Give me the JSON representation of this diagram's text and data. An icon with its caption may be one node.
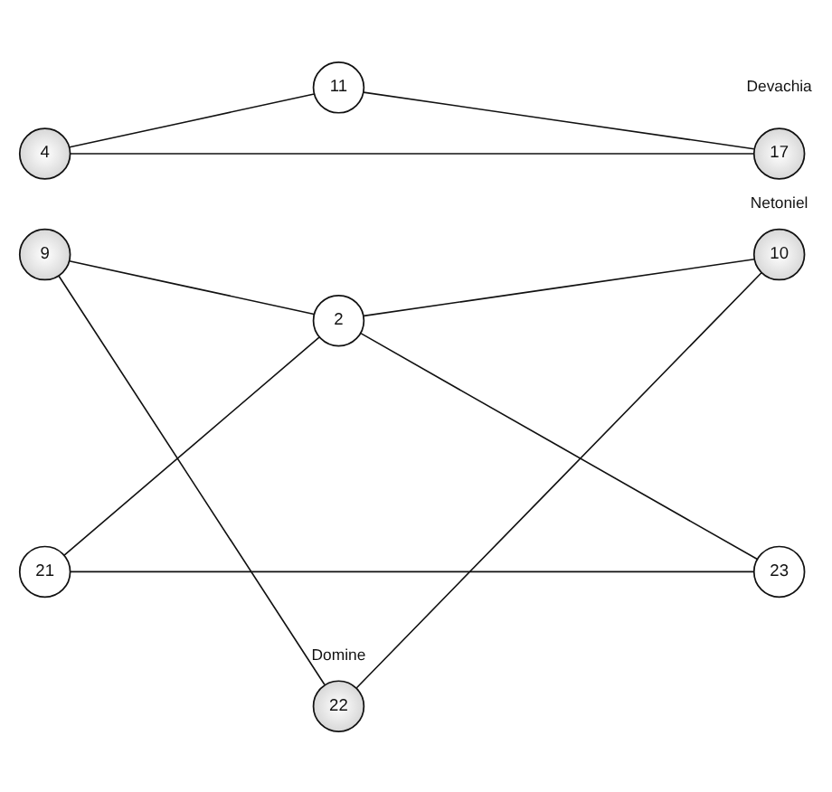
{
  "diagram": {
    "nodes": [
      {
        "text": [
          "11"
        ]
      },
      {
        "text": [
          "4"
        ]
      },
      {
        "text": [
          "17"
        ],
        "beside": [
          "Devachia"
        ]
      },
      {
        "text": [
          "9"
        ]
      },
      {
        "text": [
          "10"
        ],
        "beside": [
          "Netoniel"
        ]
      },
      {
        "text": [
          "2"
        ]
      },
      {
        "text": [
          "21"
        ]
      },
      {
        "text": [
          "23"
        ]
      },
      {
        "text": [
          "22"
        ],
        "beside": [
          "Domine"
        ]
      }
    ],
    "edges": [
      {
        "from": 1,
        "to": 0,
        "arrow": "none"
      },
      {
        "from": 0,
        "to": 2,
        "arrow": "none"
      },
      {
        "from": 1,
        "to": 2,
        "arrow": "none"
      },
      {
        "from": 3,
        "to": 5,
        "arrow": "none"
      },
      {
        "from": 5,
        "to": 4,
        "arrow": "none"
      },
      {
        "from": 3,
        "to": 8,
        "arrow": "none"
      },
      {
        "from": 5,
        "to": 6,
        "arrow": "none"
      },
      {
        "from": 5,
        "to": 7,
        "arrow": "none"
      },
      {
        "from": 6,
        "to": 7,
        "arrow": "none"
      },
      {
        "from": 8,
        "to": 4,
        "arrow": "none"
      }
    ]
  }
}
